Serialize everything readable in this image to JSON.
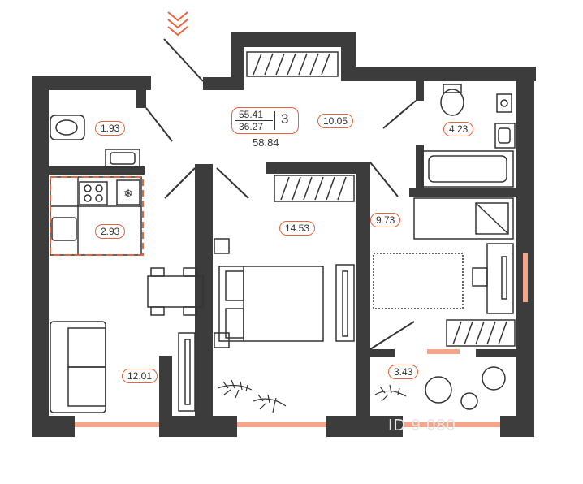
{
  "summary": {
    "total_area_1": "55.41",
    "total_area_2": "36.27",
    "rooms_count": "3",
    "gross_area": "58.84"
  },
  "rooms": {
    "bathroom_small": "1.93",
    "kitchen": "2.93",
    "living": "12.01",
    "hall": "10.05",
    "bedroom": "14.53",
    "bathroom_big": "4.23",
    "kids_room": "9.73",
    "balcony": "3.43"
  },
  "watermark": "ID 9 080",
  "colors": {
    "wall": "#3c3c3c",
    "accent": "#e8643a",
    "line": "#333333"
  },
  "icons": {
    "entrance": "chevron-down-icon",
    "freezer": "snowflake-icon"
  }
}
